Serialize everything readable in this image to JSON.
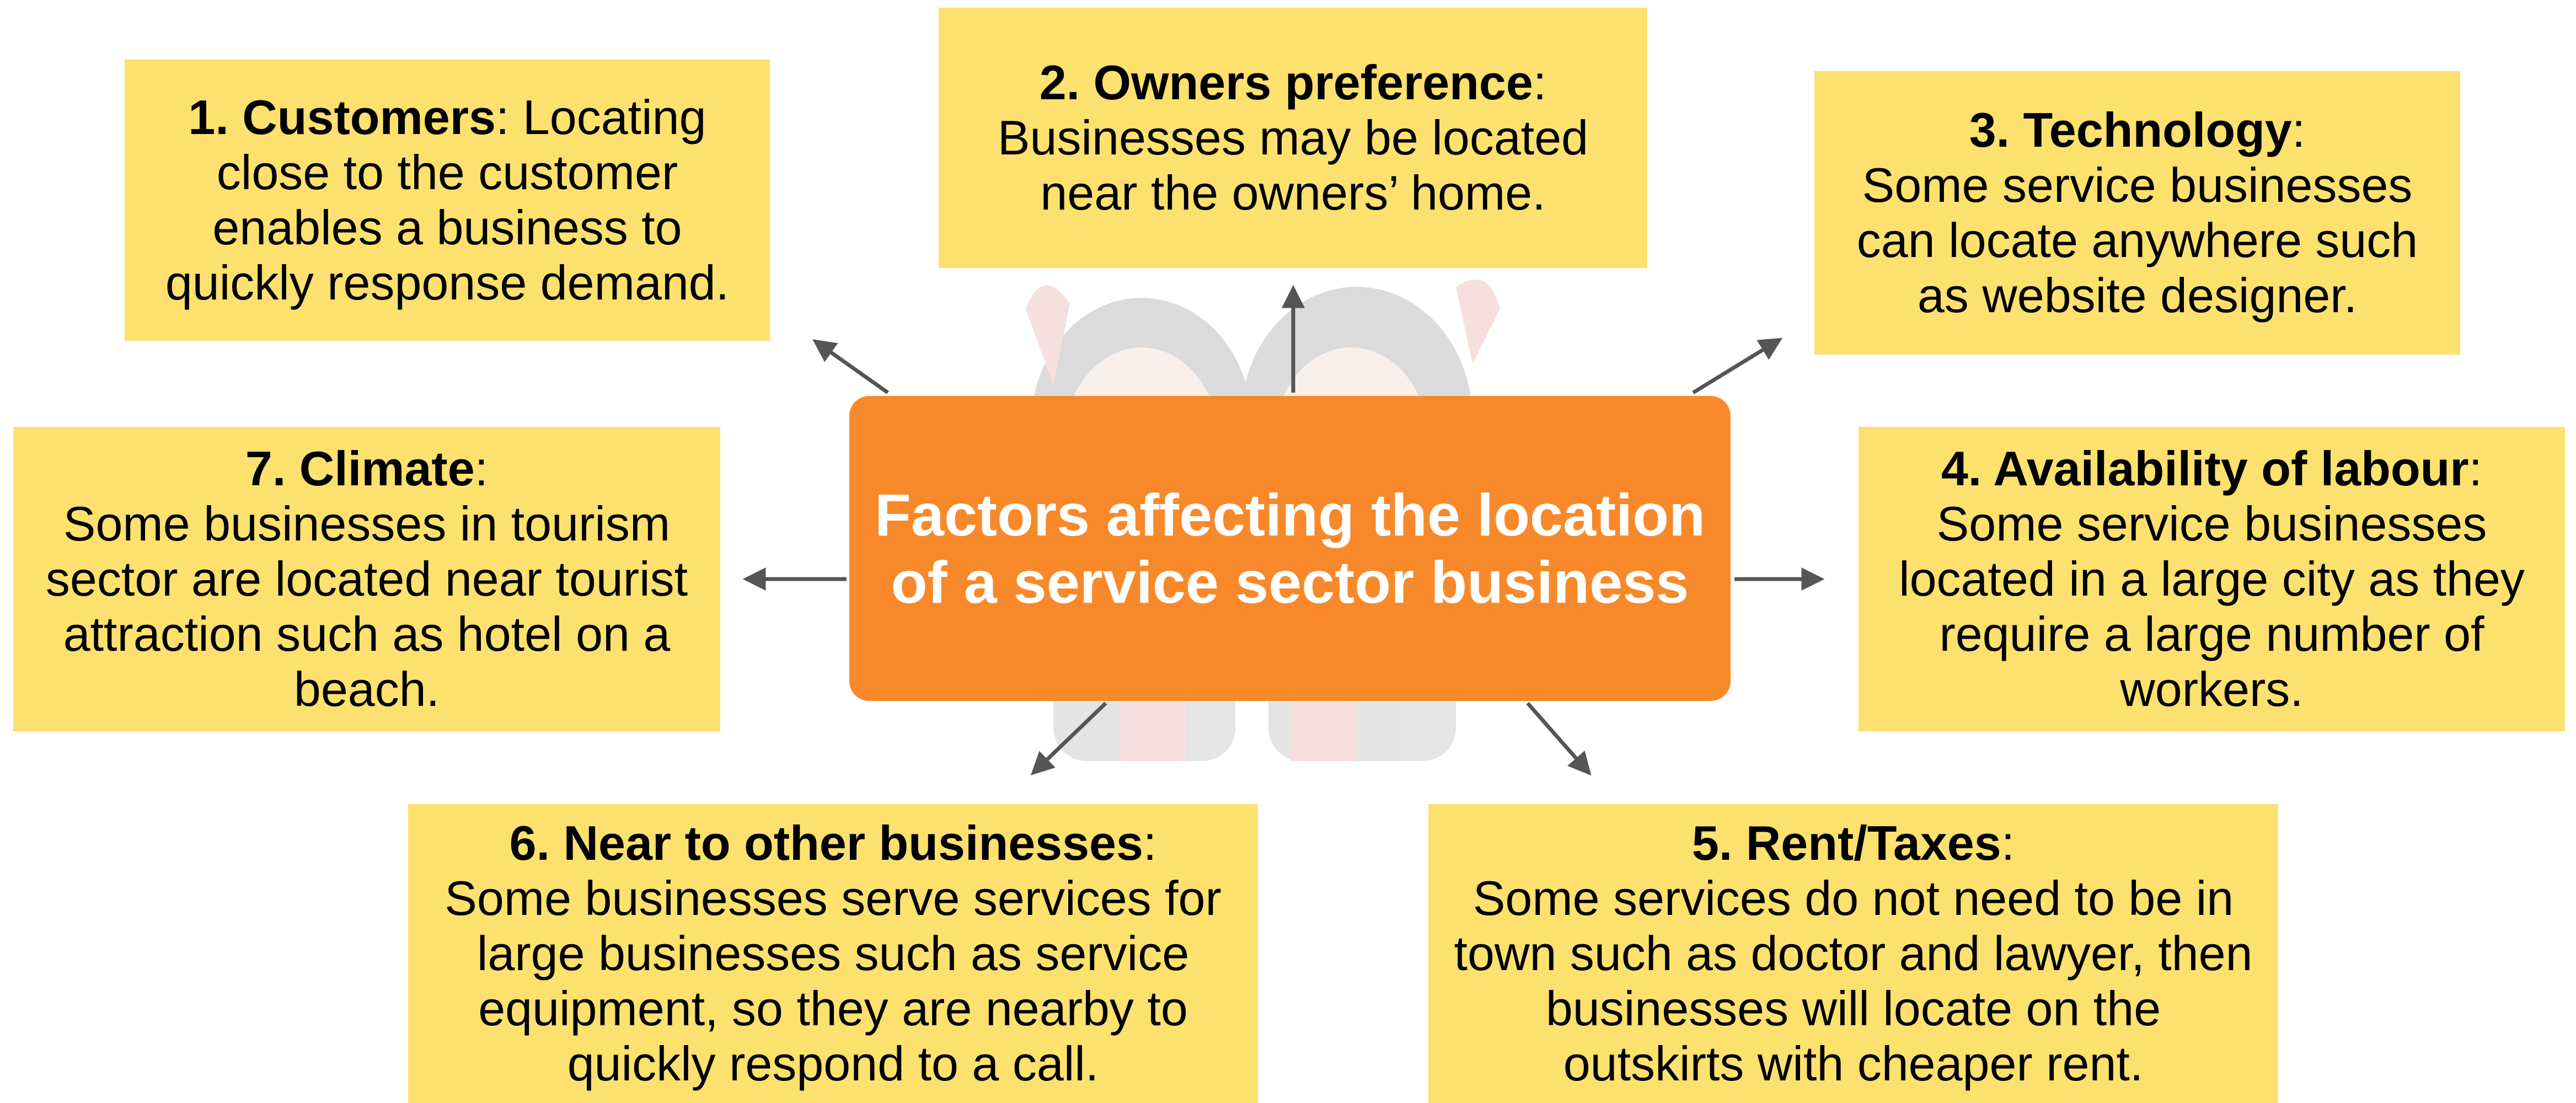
{
  "center": {
    "line1": "Factors affecting the location",
    "line2": "of a service sector business"
  },
  "factors": [
    {
      "title": "1. Customers",
      "sep": ": ",
      "lines": [
        "Locating",
        "close to the customer",
        "enables a business to",
        "quickly response demand."
      ]
    },
    {
      "title": "2. Owners preference",
      "sep": ":",
      "lines": [
        "Businesses may be located",
        "near the owners’ home."
      ]
    },
    {
      "title": "3. Technology",
      "sep": ":",
      "lines": [
        "Some service businesses",
        "can locate anywhere such",
        "as website designer."
      ]
    },
    {
      "title": "4. Availability of labour",
      "sep": ":",
      "lines": [
        "Some service businesses",
        "located in a large city as they",
        "require a large number of",
        "workers."
      ]
    },
    {
      "title": "5. Rent/Taxes",
      "sep": ":",
      "lines": [
        "Some services do not need to be in",
        "town such as doctor and lawyer, then",
        "businesses will locate on the",
        "outskirts with cheaper rent."
      ]
    },
    {
      "title": "6. Near to other businesses",
      "sep": ":",
      "lines": [
        "Some businesses serve services for",
        "large businesses such as service",
        "equipment, so they are nearby to",
        "quickly respond to a call."
      ]
    },
    {
      "title": "7. Climate",
      "sep": ":",
      "lines": [
        "Some businesses in tourism",
        "sector are located near tourist",
        "attraction such as hotel on a",
        "beach."
      ]
    }
  ],
  "colors": {
    "box": "#fce16f",
    "center": "#f8892a",
    "arrow": "#555555"
  }
}
